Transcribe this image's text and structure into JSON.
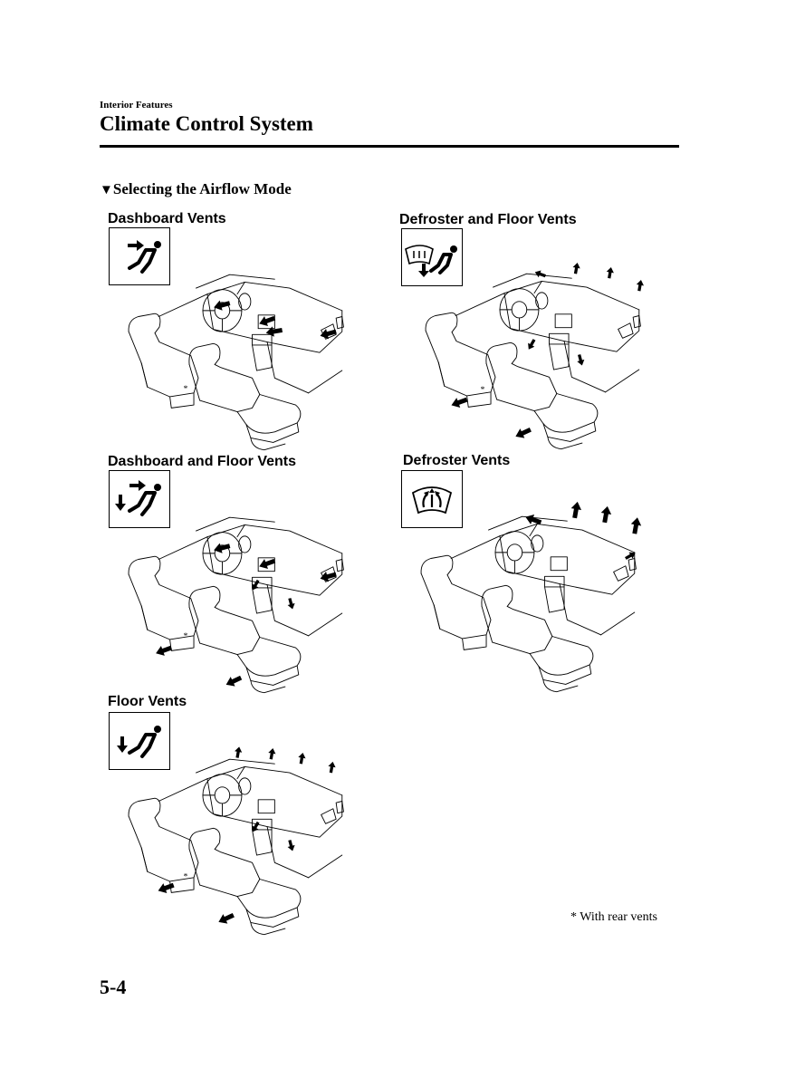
{
  "header": {
    "section": "Interior Features",
    "title": "Climate Control System"
  },
  "subsection": {
    "marker": "▼",
    "title": "Selecting the Airflow Mode"
  },
  "modes": [
    {
      "label": "Dashboard Vents",
      "icon": "dashboard-vents-icon"
    },
    {
      "label": "Defroster and Floor Vents",
      "icon": "defroster-floor-vents-icon"
    },
    {
      "label": "Dashboard and Floor Vents",
      "icon": "dashboard-floor-vents-icon"
    },
    {
      "label": "Defroster Vents",
      "icon": "defroster-vents-icon"
    },
    {
      "label": "Floor Vents",
      "icon": "floor-vents-icon"
    }
  ],
  "rear_vent_marker": "*",
  "footnote": "* With rear vents",
  "page_number": "5-4"
}
